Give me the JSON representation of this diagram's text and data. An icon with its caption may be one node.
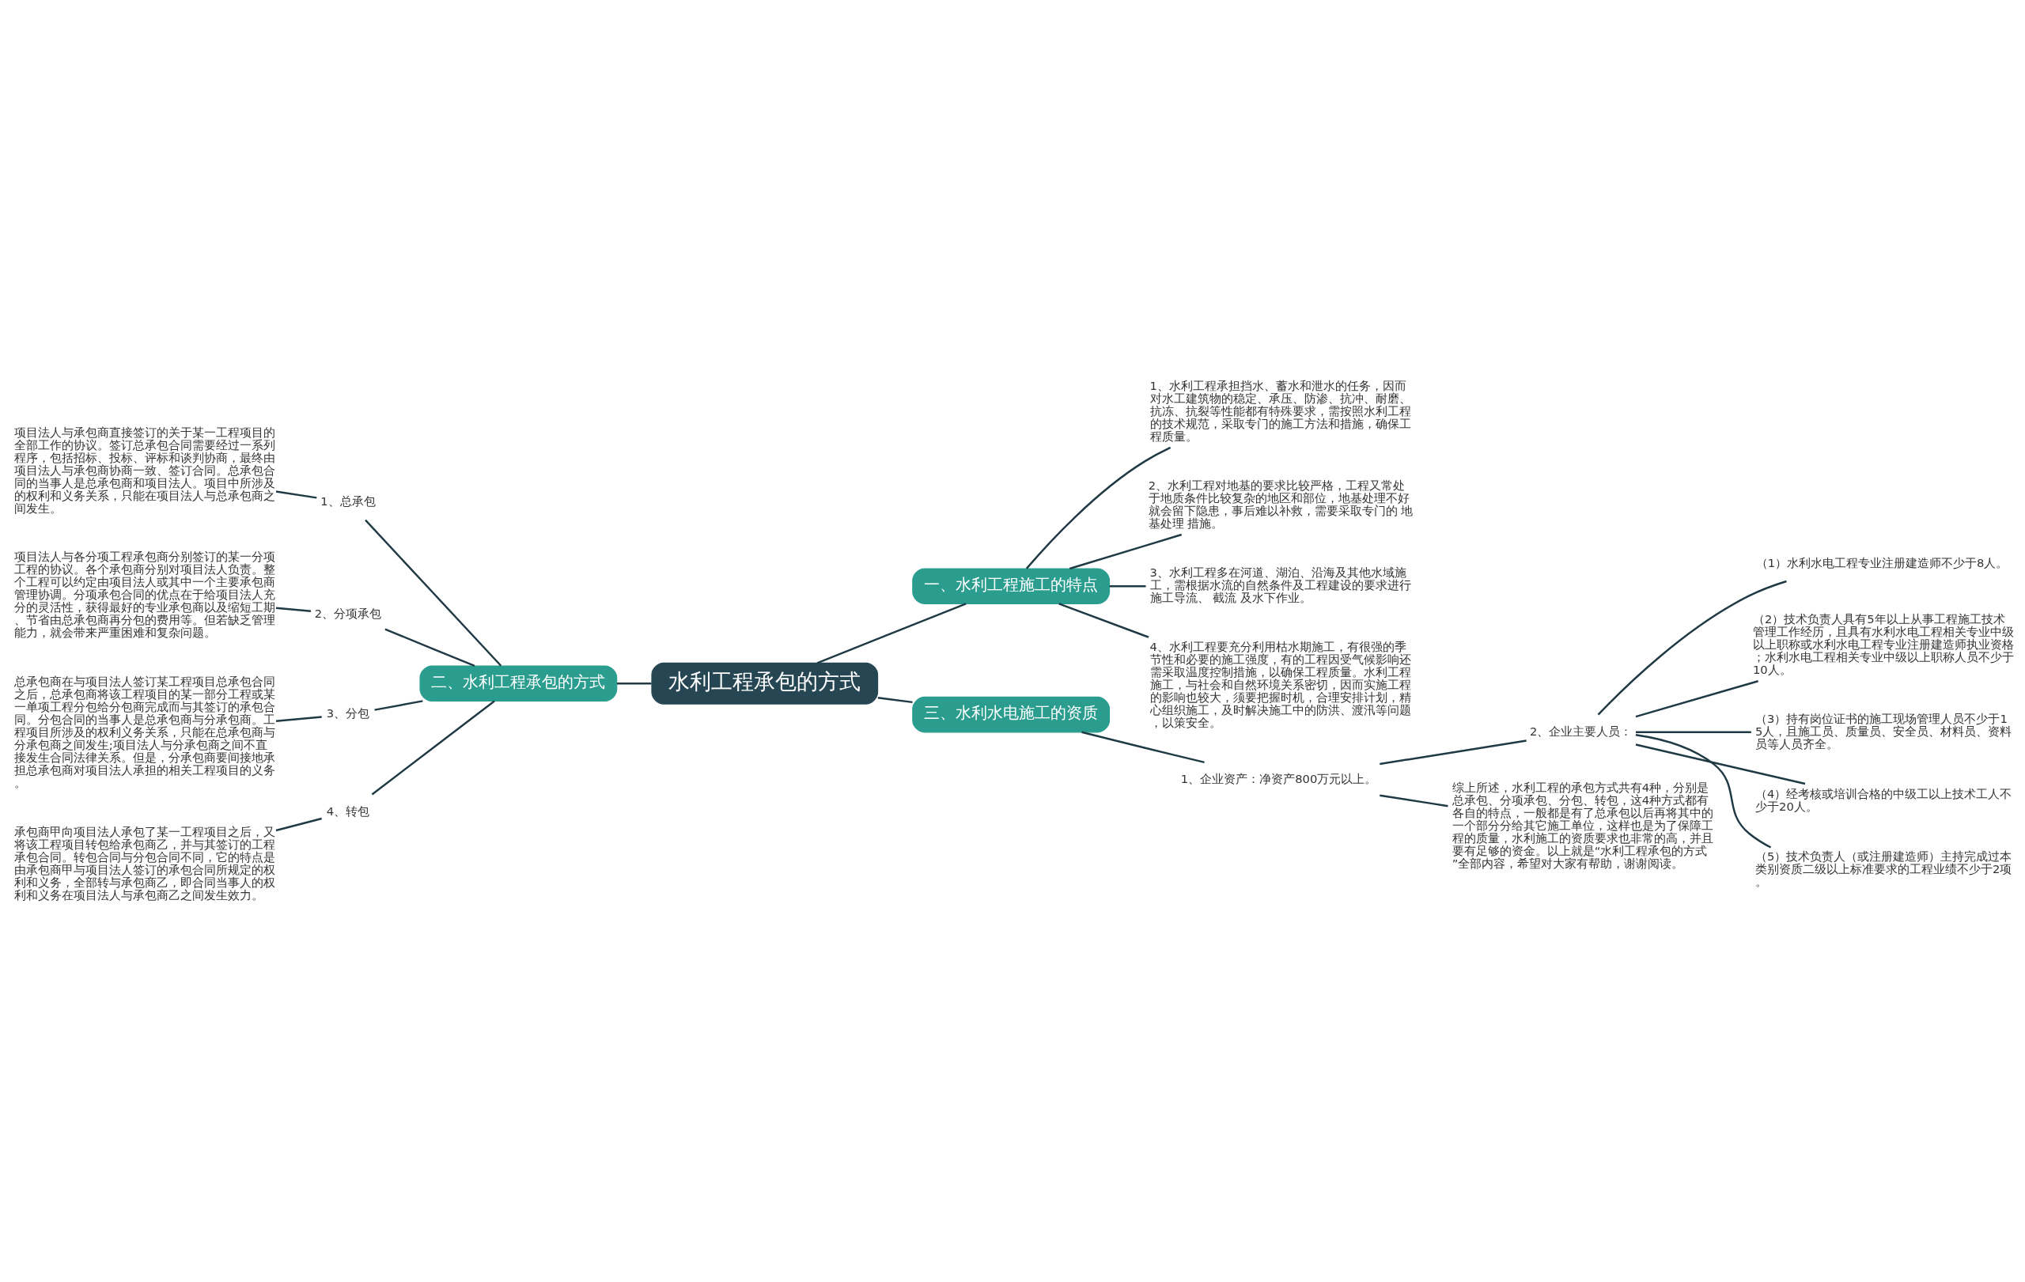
{
  "diagram": {
    "nodes": [
      {
        "text": [
          "水利工程承包的方式"
        ]
      },
      {
        "text": [
          "一、水利工程施工的特点"
        ]
      },
      {
        "text": [
          "1、水利工程承担挡水、蓄水和泄水的任务，因而对水工建筑物的稳定、承压、防渗、抗冲、耐磨、抗冻、抗裂等性能都有特殊要求，需按照水利工程的技术规范，采取专门的施工方法和措施，确保工程质量。"
        ]
      },
      {
        "text": [
          "2、水利工程对地基的要求比较严格，工程又常处于地质条件比较复杂的地区和部位，地基处理不好就会留下隐患，事后难以补救，需要采取专门的 地基处理 措施。"
        ]
      },
      {
        "text": [
          "3、水利工程多在河道、湖泊、沿海及其他水域施工，需根据水流的自然条件及工程建设的要求进行施工导流、 截流 及水下作业。"
        ]
      },
      {
        "text": [
          "4、水利工程要充分利用枯水期施工，有很强的季节性和必要的施工强度，有的工程因受气候影响还需采取温度控制措施，以确保工程质量。水利工程施工，与社会和自然环境关系密切，因而实施工程的影响也较大，须要把握时机，合理安排计划，精心组织施工，及时解决施工中的防洪、渡汛等问题，以策安全。"
        ]
      },
      {
        "text": [
          "二、水利工程承包的方式"
        ]
      },
      {
        "text": [
          "1、总承包"
        ]
      },
      {
        "text": [
          "项目法人与承包商直接签订的关于某一工程项目的全部工作的协议。签订总承包合同需要经过一系列程序，包括招标、投标、评标和谈判协商，最终由项目法人与承包商协商一致、签订合同。总承包合同的当事人是总承包商和项目法人。项目中所涉及的权利和义务关系，只能在项目法人与总承包商之间发生。"
        ]
      },
      {
        "text": [
          "2、分项承包"
        ]
      },
      {
        "text": [
          "项目法人与各分项工程承包商分别签订的某一分项工程的协议。各个承包商分别对项目法人负责。整个工程可以约定由项目法人或其中一个主要承包商管理协调。分项承包合同的优点在于给项目法人充分的灵活性，获得最好的专业承包商以及缩短工期、节省由总承包商再分包的费用等。但若缺乏管理能力，就会带来严重困难和复杂问题。"
        ]
      },
      {
        "text": [
          "3、分包"
        ]
      },
      {
        "text": [
          "总承包商在与项目法人签订某工程项目总承包合同之后，总承包商将该工程项目的某一部分工程或某一单项工程分包给分包商完成而与其签订的承包合同。分包合同的当事人是总承包商与分承包商。工程项目所涉及的权利义务关系，只能在总承包商与分承包商之间发生;项目法人与分承包商之间不直接发生合同法律关系。但是，分承包商要间接地承担总承包商对项目法人承担的相关工程项目的义务。"
        ]
      },
      {
        "text": [
          "4、转包"
        ]
      },
      {
        "text": [
          "承包商甲向项目法人承包了某一工程项目之后，又将该工程项目转包给承包商乙，并与其签订的工程承包合同。转包合同与分包合同不同，它的特点是由承包商甲与项目法人签订的承包合同所规定的权利和义务，全部转与承包商乙，即合同当事人的权利和义务在项目法人与承包商乙之间发生效力。"
        ]
      },
      {
        "text": [
          "三、水利水电施工的资质"
        ]
      },
      {
        "text": [
          "1、企业资产：净资产800万元以上。"
        ]
      },
      {
        "text": [
          "2、企业主要人员："
        ]
      },
      {
        "text": [
          "（1）水利水电工程专业注册建造师不少于8人。"
        ]
      },
      {
        "text": [
          "（2）技术负责人具有5年以上从事工程施工技术管理工作经历，且具有水利水电工程相关专业中级以上职称或水利水电工程专业注册建造师执业资格；水利水电工程相关专业中级以上职称人员不少于10人。"
        ]
      },
      {
        "text": [
          "（3）持有岗位证书的施工现场管理人员不少于15人，且施工员、质量员、安全员、材料员、资料员等人员齐全。"
        ]
      },
      {
        "text": [
          "（4）经考核或培训合格的中级工以上技术工人不少于20人。"
        ]
      },
      {
        "text": [
          "（5）技术负责人（或注册建造师）主持完成过本类别资质二级以上标准要求的工程业绩不少于2项。"
        ]
      },
      {
        "text": [
          "综上所述，水利工程的承包方式共有4种，分别是总承包、分项承包、分包、转包，这4种方式都有各自的特点，一般都是有了总承包以后再将其中的一个部分分给其它施工单位，这样也是为了保障工程的质量，水利施工的资质要求也非常的高，并且要有足够的资金。以上就是“水利工程承包的方式”全部内容，希望对大家有帮助，谢谢阅读。"
        ]
      }
    ],
    "edges": [
      {
        "from": 0,
        "to": 1,
        "arrow": "none"
      },
      {
        "from": 1,
        "to": 2,
        "arrow": "none"
      },
      {
        "from": 1,
        "to": 3,
        "arrow": "none"
      },
      {
        "from": 1,
        "to": 4,
        "arrow": "none"
      },
      {
        "from": 1,
        "to": 5,
        "arrow": "none"
      },
      {
        "from": 6,
        "to": 0,
        "arrow": "none"
      },
      {
        "from": 7,
        "to": 6,
        "arrow": "none"
      },
      {
        "from": 8,
        "to": 7,
        "arrow": "none"
      },
      {
        "from": 9,
        "to": 6,
        "arrow": "none"
      },
      {
        "from": 10,
        "to": 9,
        "arrow": "none"
      },
      {
        "from": 11,
        "to": 6,
        "arrow": "none"
      },
      {
        "from": 12,
        "to": 11,
        "arrow": "none"
      },
      {
        "from": 13,
        "to": 6,
        "arrow": "none"
      },
      {
        "from": 14,
        "to": 13,
        "arrow": "none"
      },
      {
        "from": 0,
        "to": 15,
        "arrow": "none"
      },
      {
        "from": 15,
        "to": 16,
        "arrow": "none"
      },
      {
        "from": 16,
        "to": 17,
        "arrow": "none"
      },
      {
        "from": 17,
        "to": 18,
        "arrow": "none"
      },
      {
        "from": 17,
        "to": 19,
        "arrow": "none"
      },
      {
        "from": 17,
        "to": 20,
        "arrow": "none"
      },
      {
        "from": 17,
        "to": 21,
        "arrow": "none"
      },
      {
        "from": 17,
        "to": 22,
        "arrow": "none"
      },
      {
        "from": 16,
        "to": 23,
        "arrow": "none"
      }
    ]
  }
}
